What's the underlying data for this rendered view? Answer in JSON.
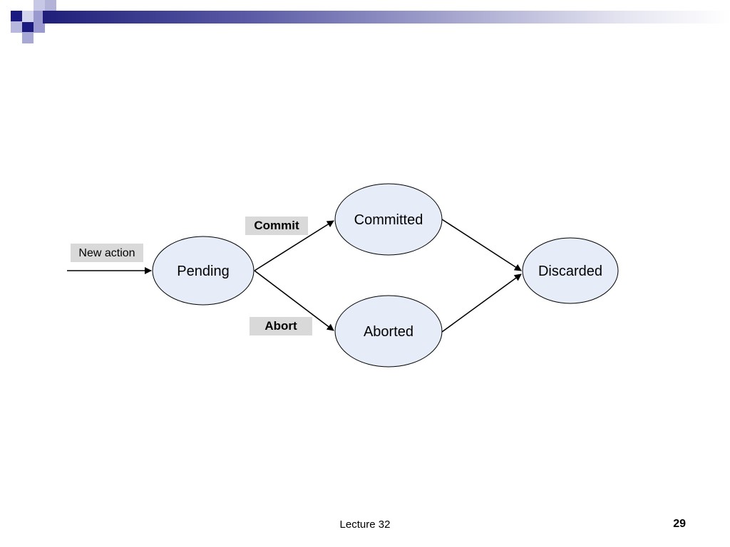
{
  "diagram": {
    "start_label": "New action",
    "states": {
      "pending": "Pending",
      "committed": "Committed",
      "aborted": "Aborted",
      "discarded": "Discarded"
    },
    "transitions": {
      "commit": "Commit",
      "abort": "Abort"
    }
  },
  "footer": {
    "lecture": "Lecture 32",
    "page": "29"
  },
  "colors": {
    "node_fill": "#e6edf8",
    "label_fill": "#d9d9d9",
    "header_dark": "#1f1f7a"
  }
}
